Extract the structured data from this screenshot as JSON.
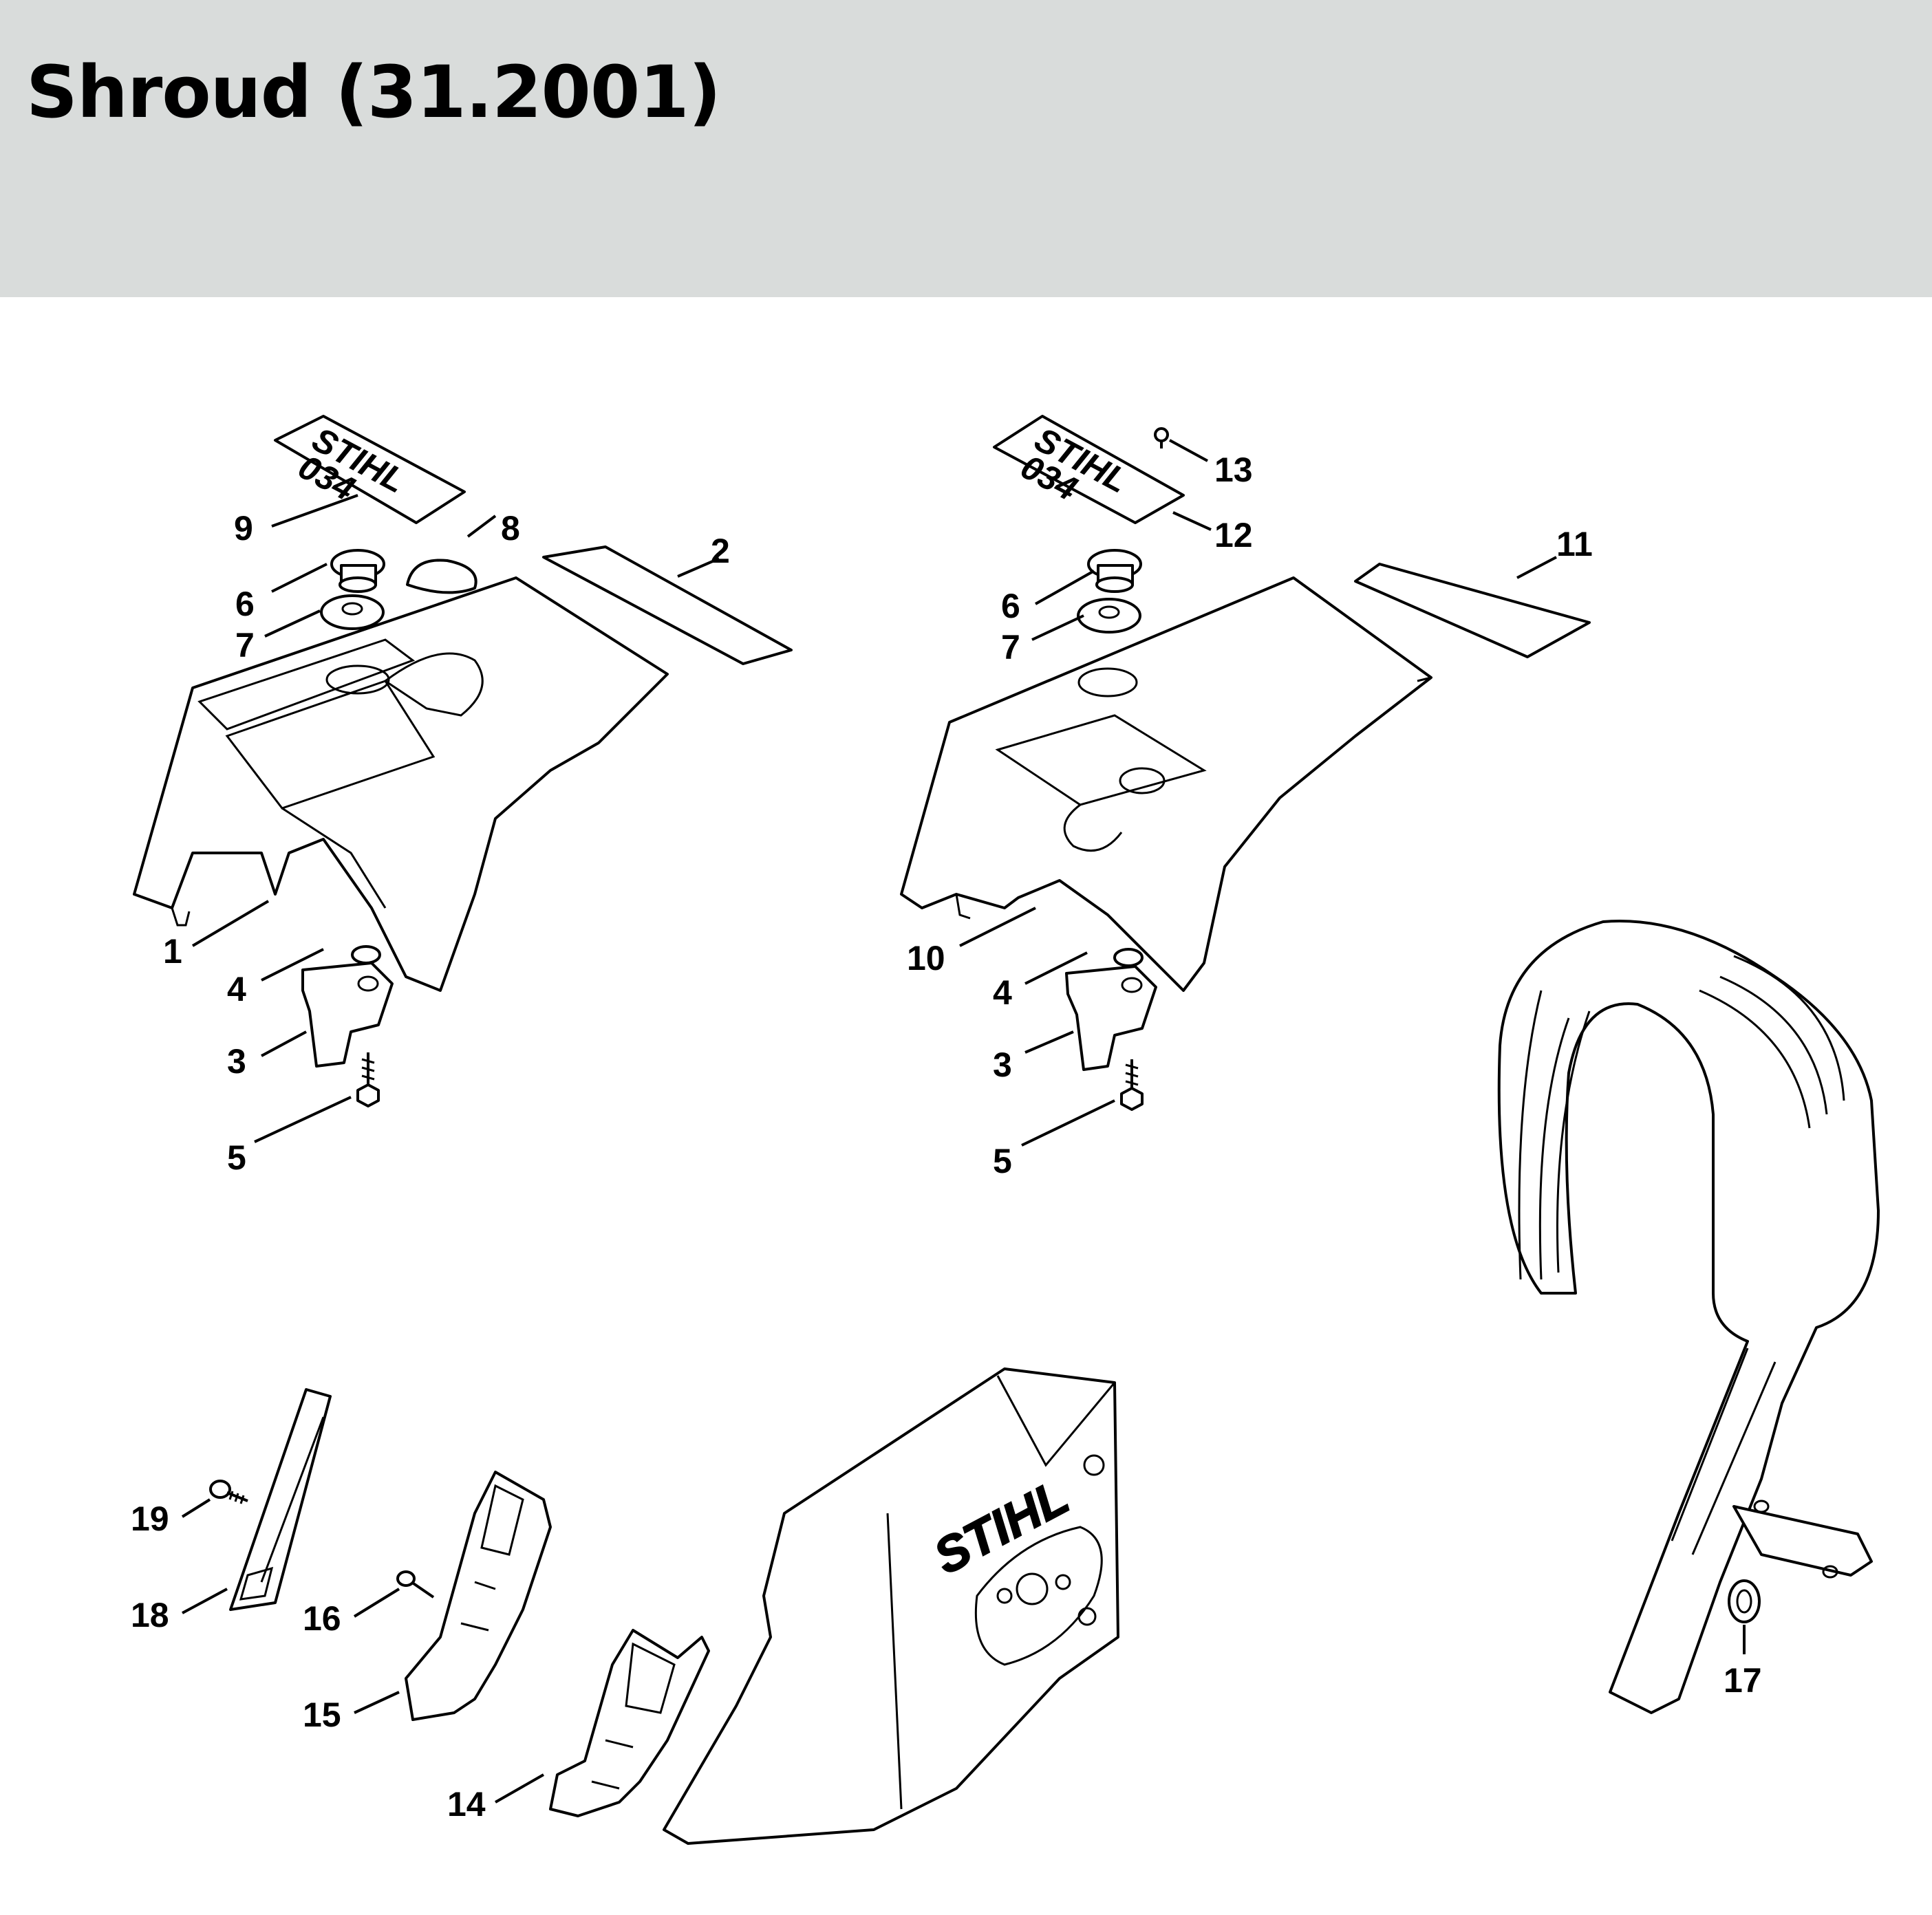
{
  "header": {
    "title": "Shroud (31.2001)"
  },
  "plates": {
    "brand": "STIHL",
    "model": "034"
  },
  "callouts": [
    {
      "id": "c9",
      "label": "9"
    },
    {
      "id": "c8",
      "label": "8"
    },
    {
      "id": "c2",
      "label": "2"
    },
    {
      "id": "c6a",
      "label": "6"
    },
    {
      "id": "c7a",
      "label": "7"
    },
    {
      "id": "c1",
      "label": "1"
    },
    {
      "id": "c4a",
      "label": "4"
    },
    {
      "id": "c3a",
      "label": "3"
    },
    {
      "id": "c5a",
      "label": "5"
    },
    {
      "id": "c13",
      "label": "13"
    },
    {
      "id": "c12",
      "label": "12"
    },
    {
      "id": "c11",
      "label": "11"
    },
    {
      "id": "c6b",
      "label": "6"
    },
    {
      "id": "c7b",
      "label": "7"
    },
    {
      "id": "c10",
      "label": "10"
    },
    {
      "id": "c4b",
      "label": "4"
    },
    {
      "id": "c3b",
      "label": "3"
    },
    {
      "id": "c5b",
      "label": "5"
    },
    {
      "id": "c19",
      "label": "19"
    },
    {
      "id": "c18",
      "label": "18"
    },
    {
      "id": "c16",
      "label": "16"
    },
    {
      "id": "c15",
      "label": "15"
    },
    {
      "id": "c14",
      "label": "14"
    },
    {
      "id": "c17",
      "label": "17"
    }
  ]
}
